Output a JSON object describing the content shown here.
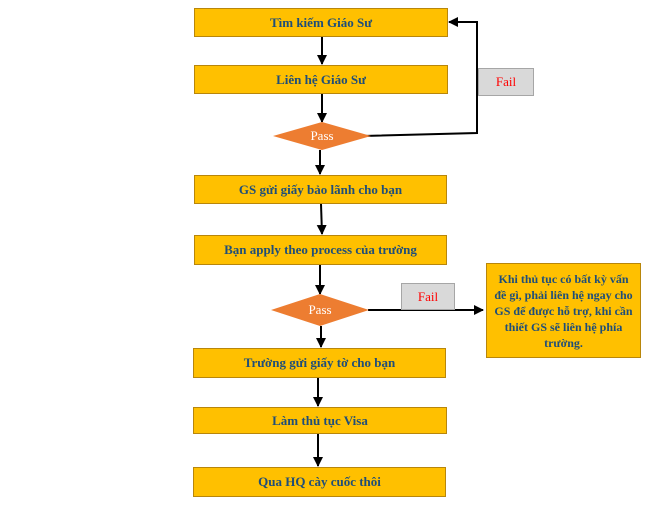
{
  "steps": [
    "Tìm kiếm Giáo Sư",
    "Liên hệ Giáo Sư",
    "GS gửi giấy bảo lãnh cho bạn",
    "Bạn apply theo process của trường",
    "Trường gửi giấy tờ cho bạn",
    "Làm thủ tục Visa",
    "Qua HQ cày cuốc thôi"
  ],
  "decisions": [
    "Pass",
    "Pass"
  ],
  "fail_labels": [
    "Fail",
    "Fail"
  ],
  "note": "Khi thủ tục có bất kỳ vấn đề gì, phải liên hệ ngay cho GS để được hỗ trợ, khi cần thiết GS sẽ liên hệ phía trường.",
  "colors": {
    "step_fill": "#ffc000",
    "step_text": "#1f4e79",
    "decision_fill": "#ed7d31",
    "fail_fill": "#d9d9d9",
    "fail_text": "#ff0000",
    "connector": "#000000"
  }
}
